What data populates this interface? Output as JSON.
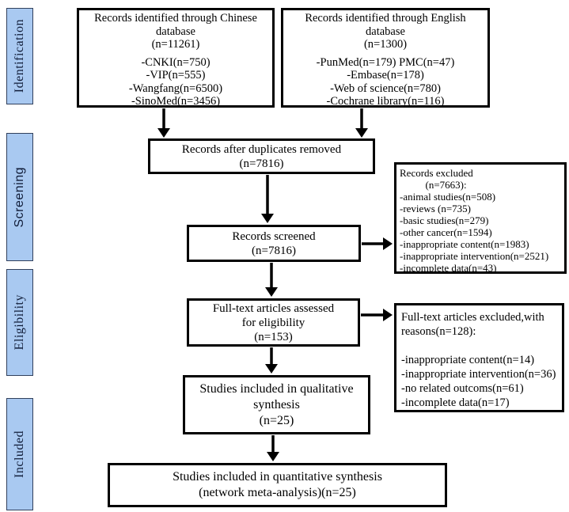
{
  "figure": {
    "stage_labels": [
      "Identification",
      "Screening",
      "Eligibility",
      "Included"
    ],
    "boxes": {
      "chinese": {
        "title_lines": [
          "Records identified through Chinese",
          "database",
          "(n=11261)"
        ],
        "items": [
          "-CNKI(n=750)",
          "-VIP(n=555)",
          "-Wangfang(n=6500)",
          "-SinoMed(n=3456)"
        ]
      },
      "english": {
        "title_lines": [
          "Records identified through English",
          "database",
          "(n=1300)"
        ],
        "items": [
          "-PunMed(n=179) PMC(n=47)",
          "-Embase(n=178)",
          "-Web of science(n=780)",
          "-Cochrane library(n=116)"
        ]
      },
      "duplicates_removed": {
        "lines": [
          "Records after duplicates removed",
          "(n=7816)"
        ]
      },
      "records_screened": {
        "lines": [
          "Records screened",
          "(n=7816)"
        ]
      },
      "records_excluded": {
        "lines": [
          "Records excluded",
          "          (n=7663):",
          "-animal studies(n=508)",
          "-reviews (n=735)",
          "-basic studies(n=279)",
          "-other cancer(n=1594)",
          "-inappropriate content(n=1983)",
          "-inappropriate intervention(n=2521)",
          "-incomplete data(n=43)"
        ]
      },
      "fulltext_assessed": {
        "lines": [
          "Full-text articles assessed",
          "for eligibility",
          "(n=153)"
        ]
      },
      "fulltext_excluded": {
        "lines": [
          "Full-text articles excluded,with",
          "reasons(n=128):",
          "",
          "-inappropriate content(n=14)",
          "-inappropriate intervention(n=36)",
          "-no related outcoms(n=61)",
          "-incomplete data(n=17)"
        ]
      },
      "qualitative": {
        "lines": [
          "Studies included in qualitative",
          "synthesis",
          "(n=25)"
        ]
      },
      "quantitative": {
        "lines": [
          "Studies included in quantitative synthesis",
          "(network meta-analysis)(n=25)"
        ]
      }
    },
    "colors": {
      "stage_fill": "#a9c9f1",
      "stage_border": "#31405c",
      "stage_text": "#101c38",
      "box_border": "#000000",
      "arrow": "#000000"
    }
  }
}
